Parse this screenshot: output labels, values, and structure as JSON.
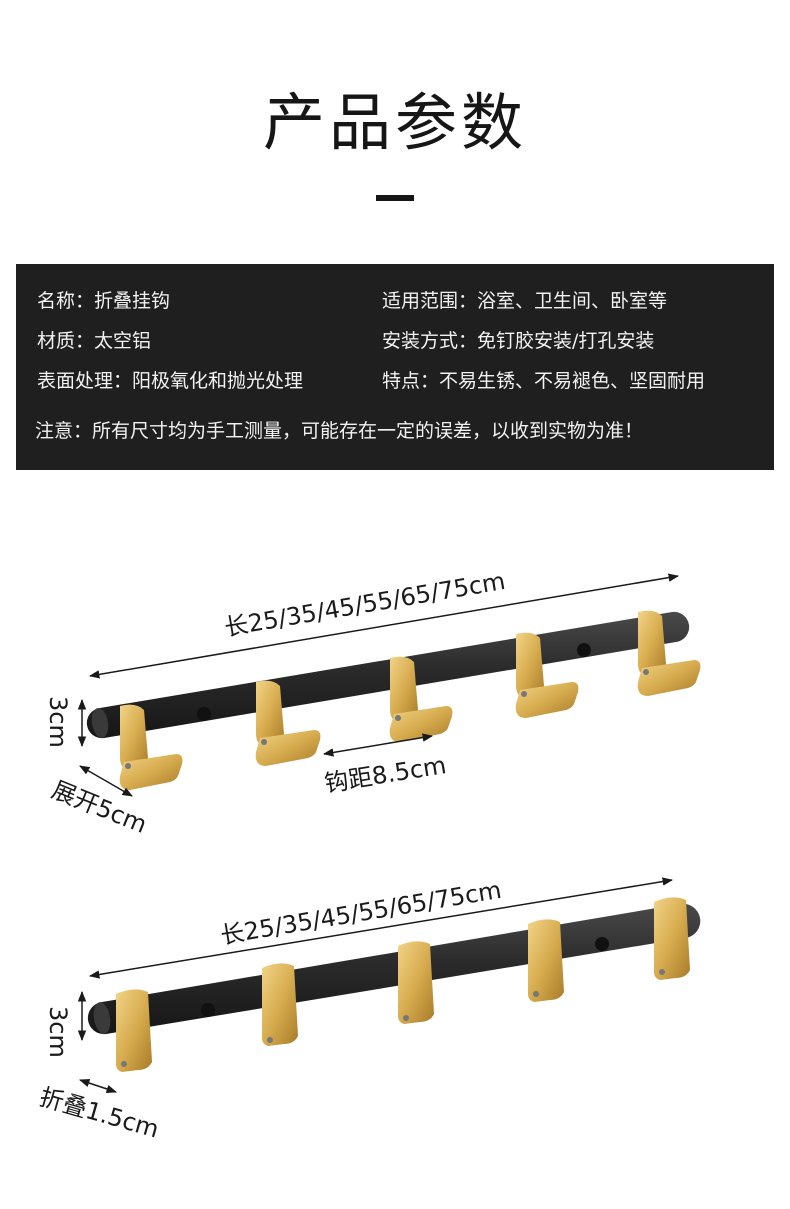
{
  "header": {
    "title": "产品参数"
  },
  "specs": {
    "name": "名称：折叠挂钩",
    "scope": "适用范围：浴室、卫生间、卧室等",
    "material": "材质：太空铝",
    "install": "安装方式：免钉胶安装/打孔安装",
    "surface": "表面处理：阳极氧化和抛光处理",
    "features": "特点：不易生锈、不易褪色、坚固耐用",
    "note": "注意：所有尺寸均为手工测量，可能存在一定的误差，以收到实物为准！"
  },
  "diagram_open": {
    "length_label": "长25/35/45/55/65/75cm",
    "height_label": "3cm",
    "hook_spacing_label": "钩距8.5cm",
    "extend_label": "展开5cm"
  },
  "diagram_folded": {
    "length_label": "长25/35/45/55/65/75cm",
    "height_label": "3cm",
    "fold_label": "折叠1.5cm"
  },
  "colors": {
    "rail": "#2b2b2b",
    "hook_gold": "#d7ac4f",
    "panel": "#1f1f1f"
  }
}
